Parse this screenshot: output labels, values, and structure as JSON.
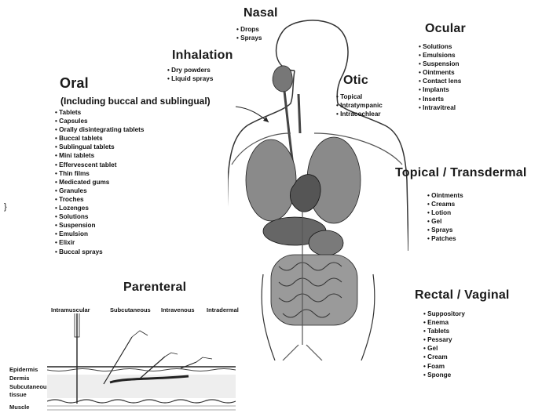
{
  "routes": {
    "nasal": {
      "title": "Nasal",
      "items": [
        "Drops",
        "Sprays"
      ]
    },
    "inhalation": {
      "title": "Inhalation",
      "items": [
        "Dry powders",
        "Liquid sprays"
      ]
    },
    "oral": {
      "title": "Oral",
      "subtitle": "(Including buccal and sublingual)",
      "items": [
        "Tablets",
        "Capsules",
        "Orally disintegrating tablets",
        "Buccal tablets",
        "Sublingual tablets",
        "Mini tablets",
        "Effervescent tablet",
        "Thin films",
        "Medicated gums",
        "Granules",
        "Troches",
        "Lozenges",
        "Solutions",
        "Suspension",
        "Emulsion",
        "Elixir",
        "Buccal sprays"
      ]
    },
    "otic": {
      "title": "Otic",
      "items": [
        "Topical",
        "Intratympanic",
        "Intracochlear"
      ]
    },
    "ocular": {
      "title": "Ocular",
      "items": [
        "Solutions",
        "Emulsions",
        "Suspension",
        "Ointments",
        "Contact lens",
        "Implants",
        "Inserts",
        "Intravitreal"
      ]
    },
    "topical": {
      "title": "Topical / Transdermal",
      "items": [
        "Ointments",
        "Creams",
        "Lotion",
        "Gel",
        "Sprays",
        "Patches"
      ]
    },
    "rectal": {
      "title": "Rectal / Vaginal",
      "items": [
        "Suppository",
        "Enema",
        "Tablets",
        "Pessary",
        "Gel",
        "Cream",
        "Foam",
        "Sponge"
      ]
    },
    "parenteral": {
      "title": "Parenteral",
      "injection_types": [
        "Intramuscular",
        "Subcutaneous",
        "Intravenous",
        "Intradermal"
      ],
      "skin_layers": [
        "Epidermis",
        "Dermis",
        "Subcutaneous tissue",
        "Muscle"
      ]
    }
  },
  "stray_mark": "}"
}
